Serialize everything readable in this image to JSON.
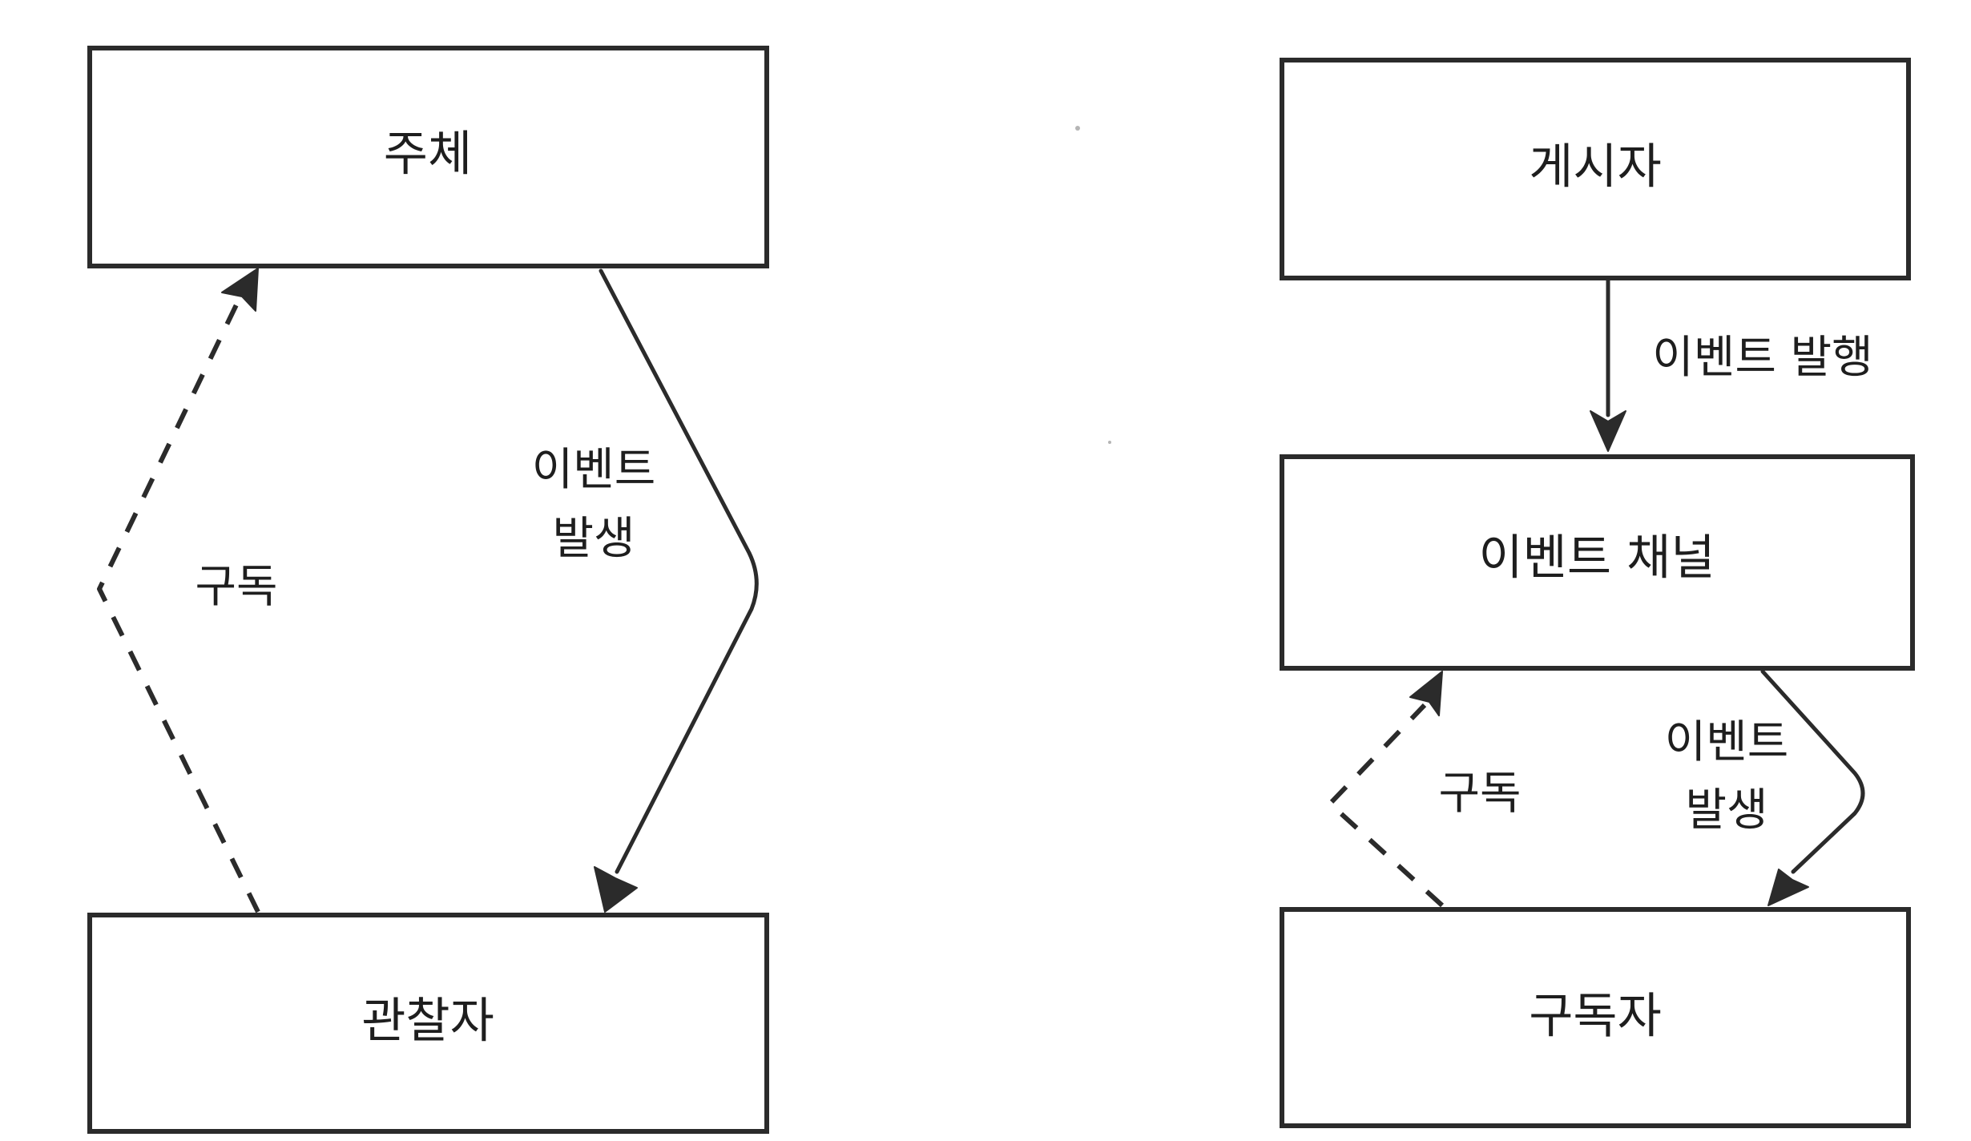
{
  "observer_pattern": {
    "subject_label": "주체",
    "observer_label": "관찰자",
    "subscribe_label": "구독",
    "event_label_line1": "이벤트",
    "event_label_line2": "발생"
  },
  "pubsub_pattern": {
    "publisher_label": "게시자",
    "publish_label": "이벤트 발행",
    "channel_label": "이벤트 채널",
    "subscribe_label": "구독",
    "event_label_line1": "이벤트",
    "event_label_line2": "발생",
    "subscriber_label": "구독자"
  },
  "colors": {
    "stroke": "#2b2b2b",
    "text": "#1e1e1e",
    "background": "#ffffff"
  }
}
